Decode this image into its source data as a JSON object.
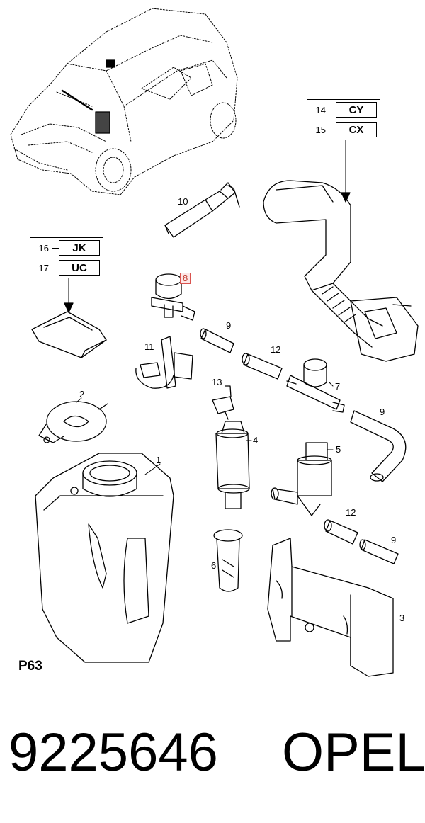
{
  "page_code": "P63",
  "footer": {
    "part_number": "9225646",
    "brand": "OPEL"
  },
  "callouts": {
    "c1": "1",
    "c2": "2",
    "c3": "3",
    "c4": "4",
    "c5": "5",
    "c6": "6",
    "c7": "7",
    "c8": "8",
    "c9a": "9",
    "c9b": "9",
    "c9c": "9",
    "c10": "10",
    "c11": "11",
    "c12a": "12",
    "c12b": "12",
    "c13": "13"
  },
  "code_box_top": {
    "row1_num": "14",
    "row1_code": "CY",
    "row2_num": "15",
    "row2_code": "CX"
  },
  "code_box_left": {
    "row1_num": "16",
    "row1_code": "JK",
    "row2_num": "17",
    "row2_code": "UC"
  },
  "colors": {
    "highlight_border": "#d9534f",
    "highlight_fill": "#fde7e7",
    "ink": "#000000"
  }
}
